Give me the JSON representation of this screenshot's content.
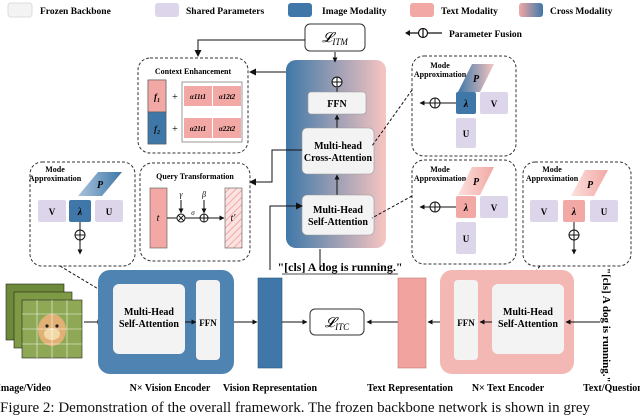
{
  "legend": {
    "frozen": "Frozen Backbone",
    "shared": "Shared Parameters",
    "image": "Image Modality",
    "text": "Text Modality",
    "cross": "Cross Modality",
    "fusion": "Parameter Fusion"
  },
  "colors": {
    "frozen": "#f3f3f3",
    "shared": "#ddd5ea",
    "image": "#3f78a8",
    "image_light": "#a9c3dc",
    "text": "#f2a8a4",
    "text_light": "#f9d7d3"
  },
  "losses": {
    "itm": "𝓛ITM",
    "itc": "𝓛ITC",
    "itm_sub": "ITM",
    "itc_sub": "ITC",
    "base": "𝓛"
  },
  "context": {
    "title": "Context Enhancement",
    "f1": "f1",
    "f2": "f2",
    "a11t1": "α11t1",
    "a12t2": "α12t2",
    "a21t1": "α21t1",
    "a22t2": "α22t2",
    "plus": "+"
  },
  "query": {
    "title": "Query Transformation",
    "t": "t",
    "t_prime": "t′",
    "gamma": "γ",
    "beta": "β",
    "sigma": "σ"
  },
  "mode": {
    "title_line1": "Mode",
    "title_line2": "Approximation",
    "P": "P",
    "V": "V",
    "lambda": "λ",
    "U": "U"
  },
  "cross_encoder": {
    "ffn": "FFN",
    "cross_attn_1": "Multi-head",
    "cross_attn_2": "Cross-Attention",
    "self_attn_1": "Multi-Head",
    "self_attn_2": "Self-Attention"
  },
  "vision_encoder": {
    "self_attn_1": "Multi-Head",
    "self_attn_2": "Self-Attention",
    "ffn": "FFN",
    "label": "N× Vision Encoder"
  },
  "text_encoder": {
    "self_attn_1": "Multi-Head",
    "self_attn_2": "Self-Attention",
    "ffn": "FFN",
    "label": "N× Text Encoder"
  },
  "labels": {
    "image_video": "Image/Video",
    "vision_repr": "Vision Representation",
    "text_repr": "Text Representation",
    "text_question": "Text/Question",
    "prompt": "\"[cls] A dog is running.\"",
    "prompt_vertical": "\"[cls] A dog is running.\""
  },
  "caption": "Figure 2: Demonstration of the overall framework. The frozen backbone network is shown in grey"
}
